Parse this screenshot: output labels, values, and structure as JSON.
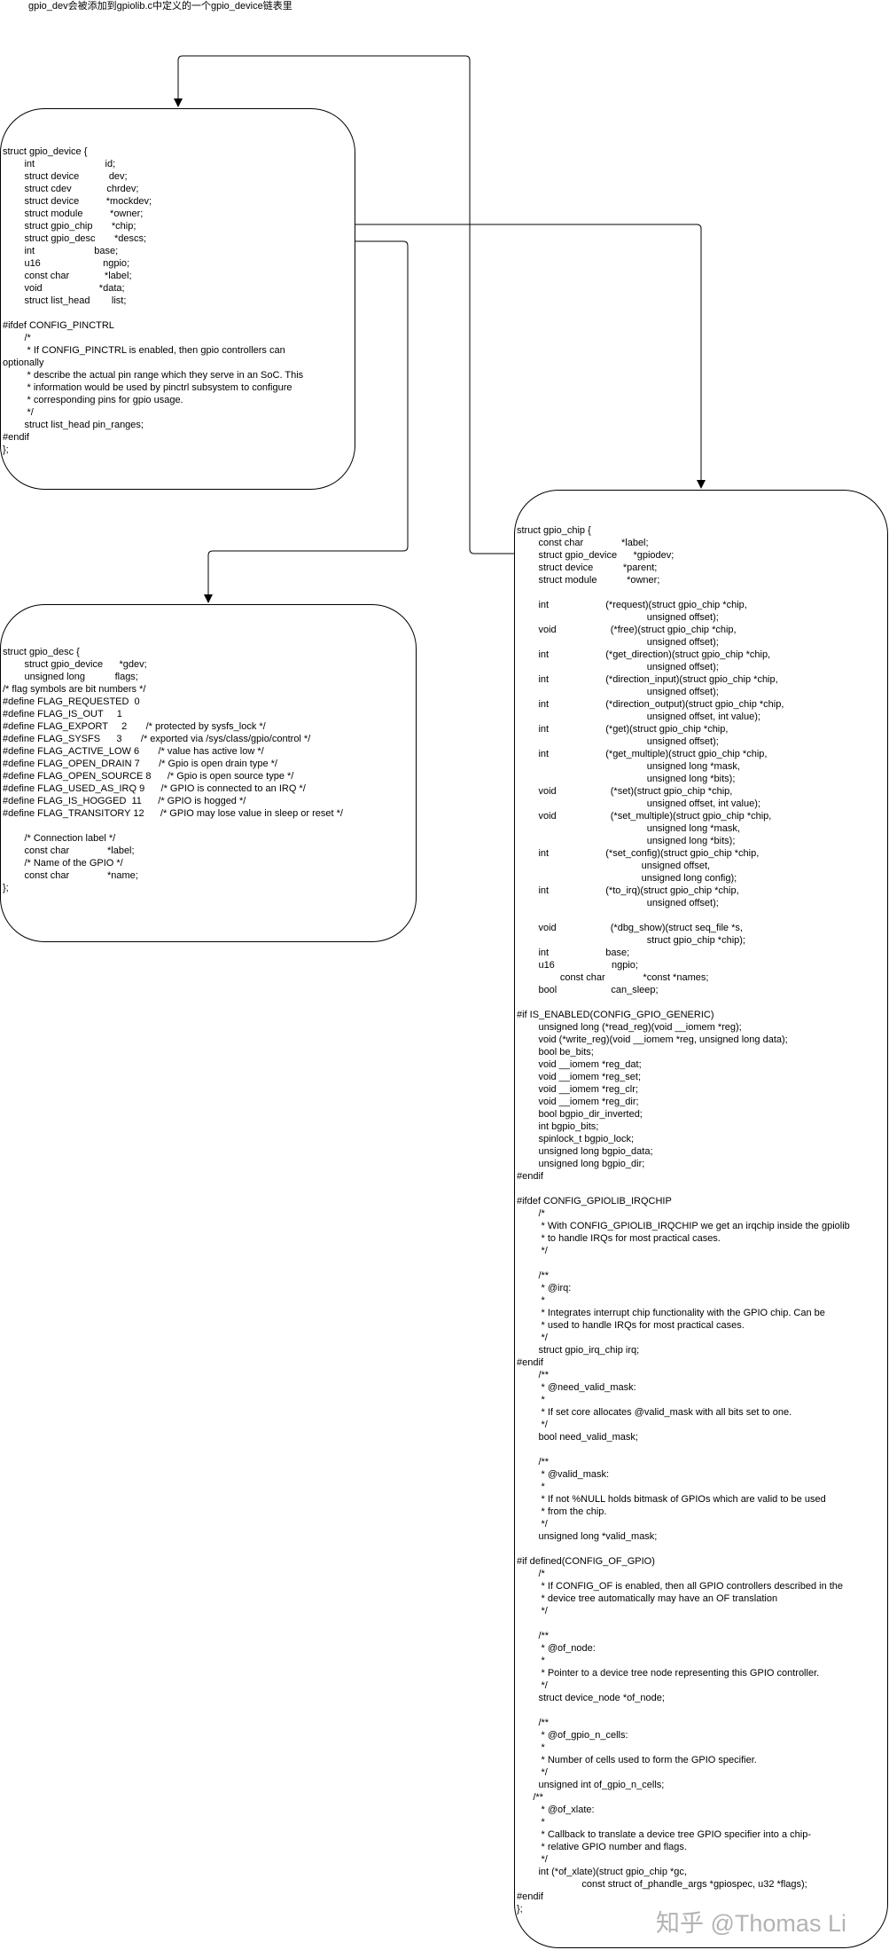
{
  "caption": "gpio_dev会被添加到gpiolib.c中定义的一个gpio_device链表里",
  "nodes": {
    "gpio_device": "struct gpio_device {\n        int                          id;\n        struct device           dev;\n        struct cdev             chrdev;\n        struct device          *mockdev;\n        struct module          *owner;\n        struct gpio_chip       *chip;\n        struct gpio_desc       *descs;\n        int                      base;\n        u16                       ngpio;\n        const char             *label;\n        void                     *data;\n        struct list_head        list;\n\n#ifdef CONFIG_PINCTRL\n        /*\n         * If CONFIG_PINCTRL is enabled, then gpio controllers can\noptionally\n         * describe the actual pin range which they serve in an SoC. This\n         * information would be used by pinctrl subsystem to configure\n         * corresponding pins for gpio usage.\n         */\n        struct list_head pin_ranges;\n#endif\n};",
    "gpio_desc": "struct gpio_desc {\n        struct gpio_device      *gdev;\n        unsigned long           flags;\n/* flag symbols are bit numbers */\n#define FLAG_REQUESTED  0\n#define FLAG_IS_OUT     1\n#define FLAG_EXPORT     2       /* protected by sysfs_lock */\n#define FLAG_SYSFS      3       /* exported via /sys/class/gpio/control */\n#define FLAG_ACTIVE_LOW 6       /* value has active low */\n#define FLAG_OPEN_DRAIN 7       /* Gpio is open drain type */\n#define FLAG_OPEN_SOURCE 8      /* Gpio is open source type */\n#define FLAG_USED_AS_IRQ 9      /* GPIO is connected to an IRQ */\n#define FLAG_IS_HOGGED  11      /* GPIO is hogged */\n#define FLAG_TRANSITORY 12      /* GPIO may lose value in sleep or reset */\n\n        /* Connection label */\n        const char              *label;\n        /* Name of the GPIO */\n        const char              *name;\n};",
    "gpio_chip": "struct gpio_chip {\n        const char              *label;\n        struct gpio_device      *gpiodev;\n        struct device           *parent;\n        struct module           *owner;\n\n        int                     (*request)(struct gpio_chip *chip,\n                                                unsigned offset);\n        void                    (*free)(struct gpio_chip *chip,\n                                                unsigned offset);\n        int                     (*get_direction)(struct gpio_chip *chip,\n                                                unsigned offset);\n        int                     (*direction_input)(struct gpio_chip *chip,\n                                                unsigned offset);\n        int                     (*direction_output)(struct gpio_chip *chip,\n                                                unsigned offset, int value);\n        int                     (*get)(struct gpio_chip *chip,\n                                                unsigned offset);\n        int                     (*get_multiple)(struct gpio_chip *chip,\n                                                unsigned long *mask,\n                                                unsigned long *bits);\n        void                    (*set)(struct gpio_chip *chip,\n                                                unsigned offset, int value);\n        void                    (*set_multiple)(struct gpio_chip *chip,\n                                                unsigned long *mask,\n                                                unsigned long *bits);\n        int                     (*set_config)(struct gpio_chip *chip,\n                                              unsigned offset,\n                                              unsigned long config);\n        int                     (*to_irq)(struct gpio_chip *chip,\n                                                unsigned offset);\n\n        void                    (*dbg_show)(struct seq_file *s,\n                                                struct gpio_chip *chip);\n        int                     base;\n        u16                     ngpio;\n                const char              *const *names;\n        bool                    can_sleep;\n\n#if IS_ENABLED(CONFIG_GPIO_GENERIC)\n        unsigned long (*read_reg)(void __iomem *reg);\n        void (*write_reg)(void __iomem *reg, unsigned long data);\n        bool be_bits;\n        void __iomem *reg_dat;\n        void __iomem *reg_set;\n        void __iomem *reg_clr;\n        void __iomem *reg_dir;\n        bool bgpio_dir_inverted;\n        int bgpio_bits;\n        spinlock_t bgpio_lock;\n        unsigned long bgpio_data;\n        unsigned long bgpio_dir;\n#endif\n\n#ifdef CONFIG_GPIOLIB_IRQCHIP\n        /*\n         * With CONFIG_GPIOLIB_IRQCHIP we get an irqchip inside the gpiolib\n         * to handle IRQs for most practical cases.\n         */\n\n        /**\n         * @irq:\n         *\n         * Integrates interrupt chip functionality with the GPIO chip. Can be\n         * used to handle IRQs for most practical cases.\n         */\n        struct gpio_irq_chip irq;\n#endif\n        /**\n         * @need_valid_mask:\n         *\n         * If set core allocates @valid_mask with all bits set to one.\n         */\n        bool need_valid_mask;\n\n        /**\n         * @valid_mask:\n         *\n         * If not %NULL holds bitmask of GPIOs which are valid to be used\n         * from the chip.\n         */\n        unsigned long *valid_mask;\n\n#if defined(CONFIG_OF_GPIO)\n        /*\n         * If CONFIG_OF is enabled, then all GPIO controllers described in the\n         * device tree automatically may have an OF translation\n         */\n\n        /**\n         * @of_node:\n         *\n         * Pointer to a device tree node representing this GPIO controller.\n         */\n        struct device_node *of_node;\n\n        /**\n         * @of_gpio_n_cells:\n         *\n         * Number of cells used to form the GPIO specifier.\n         */\n        unsigned int of_gpio_n_cells;\n      /**\n         * @of_xlate:\n         *\n         * Callback to translate a device tree GPIO specifier into a chip-\n         * relative GPIO number and flags.\n         */\n        int (*of_xlate)(struct gpio_chip *gc,\n                        const struct of_phandle_args *gpiospec, u32 *flags);\n#endif\n};"
  },
  "edges": [
    {
      "from": "gpio_chip",
      "to": "gpio_device"
    },
    {
      "from": "gpio_device",
      "to": "gpio_chip"
    },
    {
      "from": "gpio_device",
      "to": "gpio_desc"
    }
  ],
  "watermark": "知乎 @Thomas Li"
}
